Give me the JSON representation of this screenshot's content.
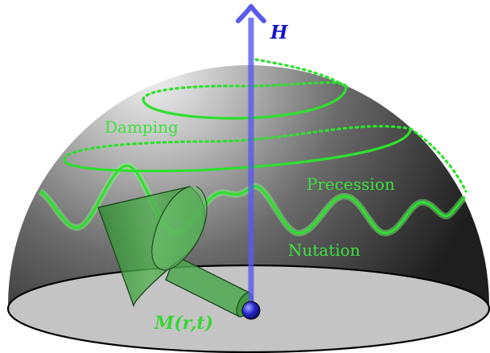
{
  "labels": {
    "field_axis": "H",
    "damping": "Damping",
    "precession": "Precession",
    "nutation": "Nutation",
    "magnetization_head": "M",
    "magnetization_args": "(r,t)"
  },
  "colors": {
    "field_arrow": "#5a5aee",
    "trajectory": "#2ee02e",
    "labels": "#3ee23e",
    "cone": "#3a9a3a",
    "sphere_dark": "#262626",
    "sphere_light": "#e8e8e8",
    "base_disk": "#bfbfbf",
    "origin_ball": "#1a1aa8"
  },
  "icons": {
    "field_arrow": "arrow-up-icon",
    "origin": "sphere-ball-icon"
  }
}
